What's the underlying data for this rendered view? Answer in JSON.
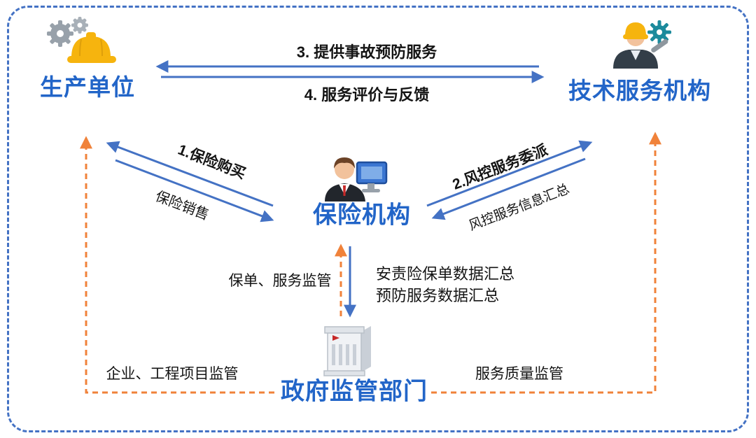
{
  "nodes": {
    "producer": "生产单位",
    "tech_service": "技术服务机构",
    "insurer": "保险机构",
    "government": "政府监管部门"
  },
  "edges": {
    "prevention": "3. 提供事故预防服务",
    "feedback": "4. 服务评价与反馈",
    "purchase": "1.保险购买",
    "sales": "保险销售",
    "risk_assign": "2.风控服务委派",
    "risk_info": "风控服务信息汇总",
    "policy_supervision": "保单、服务监管",
    "policy_data": "安责险保单数据汇总",
    "prevention_data": "预防服务数据汇总",
    "enterprise_supervision": "企业、工程项目监管",
    "quality_supervision": "服务质量监管"
  },
  "icons": {
    "producer": "gears-hardhat-icon",
    "tech_service": "worker-tools-icon",
    "insurer": "agent-computer-icon",
    "government": "government-building-icon"
  },
  "colors": {
    "arrow_blue": "#4472C4",
    "arrow_orange": "#F0823A",
    "node_text": "#2265C8",
    "frame_border": "#4472C4",
    "helmet_yellow": "#F6B40E",
    "gear_teal": "#1B8A9C",
    "label_text": "#141414"
  }
}
